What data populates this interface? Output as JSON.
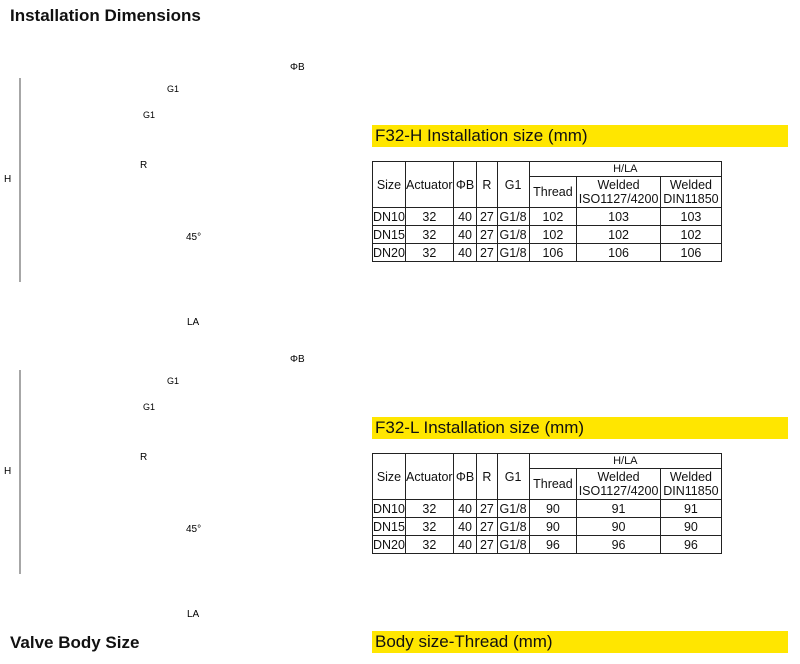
{
  "headings": {
    "installation": "Installation Dimensions",
    "valve_body": "Valve Body Size"
  },
  "diagram_labels": {
    "h": "H",
    "la": "LA",
    "r": "R",
    "g1": "G1",
    "phi_b": "ΦB",
    "angle": "45°"
  },
  "tables": [
    {
      "title": "F32-H Installation size (mm)",
      "header_top": [
        "Size",
        "Actuator",
        "ΦB",
        "R",
        "G1",
        "H/LA"
      ],
      "header_sub": [
        [
          "Thread"
        ],
        [
          "Welded",
          "ISO1127/4200"
        ],
        [
          "Welded",
          "DIN11850"
        ]
      ],
      "rows": [
        [
          "DN10",
          "32",
          "40",
          "27",
          "G1/8",
          "102",
          "103",
          "103"
        ],
        [
          "DN15",
          "32",
          "40",
          "27",
          "G1/8",
          "102",
          "102",
          "102"
        ],
        [
          "DN20",
          "32",
          "40",
          "27",
          "G1/8",
          "106",
          "106",
          "106"
        ]
      ]
    },
    {
      "title": "F32-L Installation size (mm)",
      "header_top": [
        "Size",
        "Actuator",
        "ΦB",
        "R",
        "G1",
        "H/LA"
      ],
      "header_sub": [
        [
          "Thread"
        ],
        [
          "Welded",
          "ISO1127/4200"
        ],
        [
          "Welded",
          "DIN11850"
        ]
      ],
      "rows": [
        [
          "DN10",
          "32",
          "40",
          "27",
          "G1/8",
          "90",
          "91",
          "91"
        ],
        [
          "DN15",
          "32",
          "40",
          "27",
          "G1/8",
          "90",
          "90",
          "90"
        ],
        [
          "DN20",
          "32",
          "40",
          "27",
          "G1/8",
          "96",
          "96",
          "96"
        ]
      ]
    }
  ],
  "body_size_title": "Body size-Thread (mm)"
}
